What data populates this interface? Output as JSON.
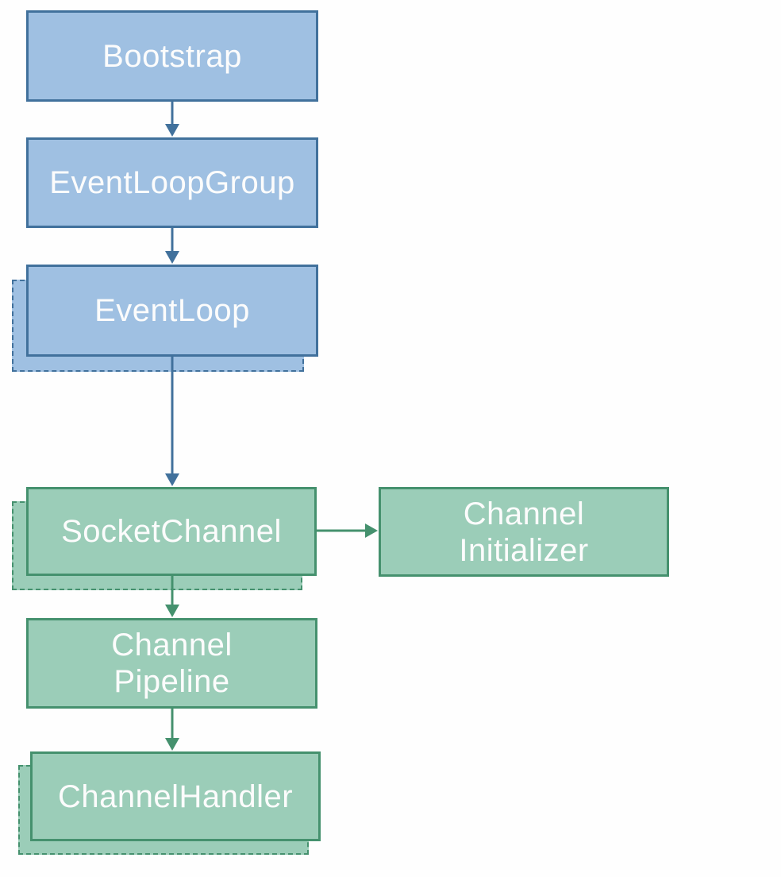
{
  "colors": {
    "background": "#fefefe",
    "blue-fill": "#9fc0e2",
    "blue-border": "#41719c",
    "green-fill": "#9bcdb8",
    "green-border": "#45916e",
    "label-text": "#fcfcfc"
  },
  "nodes": [
    {
      "id": "bootstrap",
      "label": "Bootstrap",
      "color": "blue",
      "dashed_shadow": false
    },
    {
      "id": "event-loop-group",
      "label": "EventLoopGroup",
      "color": "blue",
      "dashed_shadow": false
    },
    {
      "id": "event-loop",
      "label": "EventLoop",
      "color": "blue",
      "dashed_shadow": true
    },
    {
      "id": "socket-channel",
      "label": "SocketChannel",
      "color": "green",
      "dashed_shadow": true
    },
    {
      "id": "channel-initializer",
      "label": "Channel\nInitializer",
      "color": "green",
      "dashed_shadow": false
    },
    {
      "id": "channel-pipeline",
      "label": "Channel\nPipeline",
      "color": "green",
      "dashed_shadow": false
    },
    {
      "id": "channel-handler",
      "label": "ChannelHandler",
      "color": "green",
      "dashed_shadow": true
    }
  ],
  "edges": [
    {
      "from": "bootstrap",
      "to": "event-loop-group",
      "color": "blue",
      "direction": "down"
    },
    {
      "from": "event-loop-group",
      "to": "event-loop",
      "color": "blue",
      "direction": "down"
    },
    {
      "from": "event-loop",
      "to": "socket-channel",
      "color": "blue",
      "direction": "down"
    },
    {
      "from": "socket-channel",
      "to": "channel-initializer",
      "color": "green",
      "direction": "right"
    },
    {
      "from": "socket-channel",
      "to": "channel-pipeline",
      "color": "green",
      "direction": "down"
    },
    {
      "from": "channel-pipeline",
      "to": "channel-handler",
      "color": "green",
      "direction": "down"
    }
  ]
}
